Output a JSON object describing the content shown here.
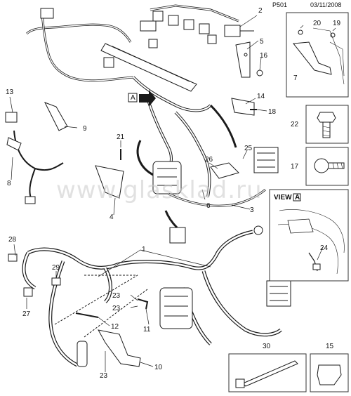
{
  "header": {
    "page_code": "P501",
    "date": "03/11/2008"
  },
  "watermark": "www.glasklad.ru",
  "view_box_title": "VIEW",
  "view_box_letter": "A",
  "view_marker": "A",
  "callouts": {
    "c1": "1",
    "c2": "2",
    "c3": "3",
    "c4": "4",
    "c5": "5",
    "c6": "6",
    "c7": "7",
    "c8": "8",
    "c9": "9",
    "c10": "10",
    "c11": "11",
    "c12": "12",
    "c13": "13",
    "c14": "14",
    "c15": "15",
    "c16": "16",
    "c17": "17",
    "c18": "18",
    "c19": "19",
    "c20": "20",
    "c21": "21",
    "c22": "22",
    "c23a": "23",
    "c23b": "23",
    "c23c": "23",
    "c24": "24",
    "c25": "25",
    "c26": "26",
    "c27": "27",
    "c28": "28",
    "c29": "29",
    "c30": "30"
  },
  "colors": {
    "line": "#1a1a1a",
    "watermark": "#c9c9c9",
    "box_border": "#333333"
  }
}
